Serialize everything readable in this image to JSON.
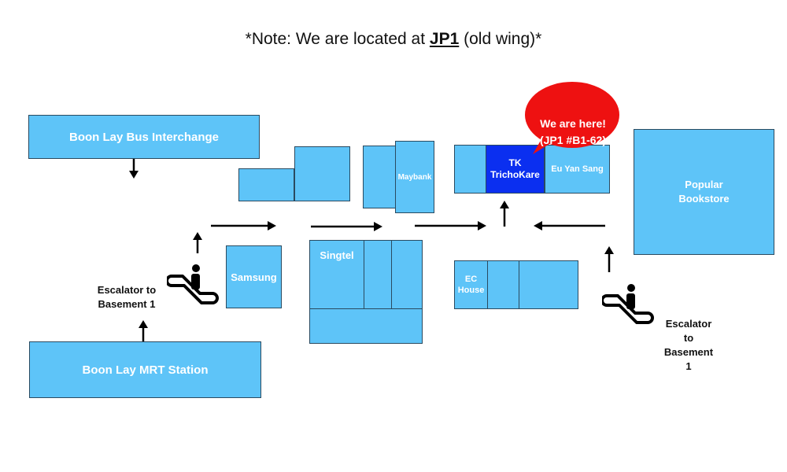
{
  "note": {
    "prefix": "*Note: We are located at ",
    "highlight": "JP1",
    "suffix": " (old wing)*"
  },
  "places": {
    "bus_interchange": "Boon Lay Bus Interchange",
    "mrt_station": "Boon Lay MRT Station",
    "maybank": "Maybank",
    "tk_trichokare": "TK\nTrichoKare",
    "eu_yan_sang": "Eu Yan Sang",
    "popular_bookstore": "Popular\nBookstore",
    "samsung": "Samsung",
    "singtel": "Singtel",
    "ec_house": "EC\nHouse"
  },
  "escalators": {
    "left": "Escalator to\nBasement 1",
    "right": "Escalator\nto\nBasement\n1"
  },
  "callout": {
    "text": "We are here!\n(JP1 #B1-62)",
    "color": "#ee1111"
  },
  "colors": {
    "unit_fill": "#5ec4f8",
    "highlight_unit": "#0b2ff0"
  },
  "icons": [
    "escalator-icon",
    "arrow-icon"
  ]
}
